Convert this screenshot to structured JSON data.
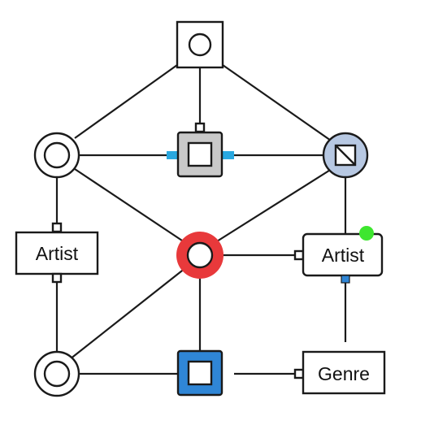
{
  "diagram": {
    "colors": {
      "line": "#1a1a1a",
      "port_blue": "#29a8e0",
      "node_gray": "#c9c9c9",
      "node_blue_fill": "#b7c8e2",
      "node_blue_border": "#2f86d6",
      "highlight_red": "#e8393b",
      "status_green": "#3ee62f"
    },
    "labels": {
      "artist_left": "Artist",
      "artist_right": "Artist",
      "genre": "Genre"
    },
    "nodes": [
      {
        "id": "top-square",
        "shape": "square-with-circle"
      },
      {
        "id": "center-square",
        "shape": "square-with-square"
      },
      {
        "id": "left-circle-top",
        "shape": "double-circle"
      },
      {
        "id": "right-circle-top",
        "shape": "circle-with-diagonal-square"
      },
      {
        "id": "artist-left",
        "shape": "labeled-box"
      },
      {
        "id": "red-hub",
        "shape": "highlighted-circle"
      },
      {
        "id": "artist-right",
        "shape": "labeled-box"
      },
      {
        "id": "left-circle-bottom",
        "shape": "double-circle"
      },
      {
        "id": "blue-square",
        "shape": "square-with-square"
      },
      {
        "id": "genre",
        "shape": "labeled-box"
      }
    ]
  }
}
